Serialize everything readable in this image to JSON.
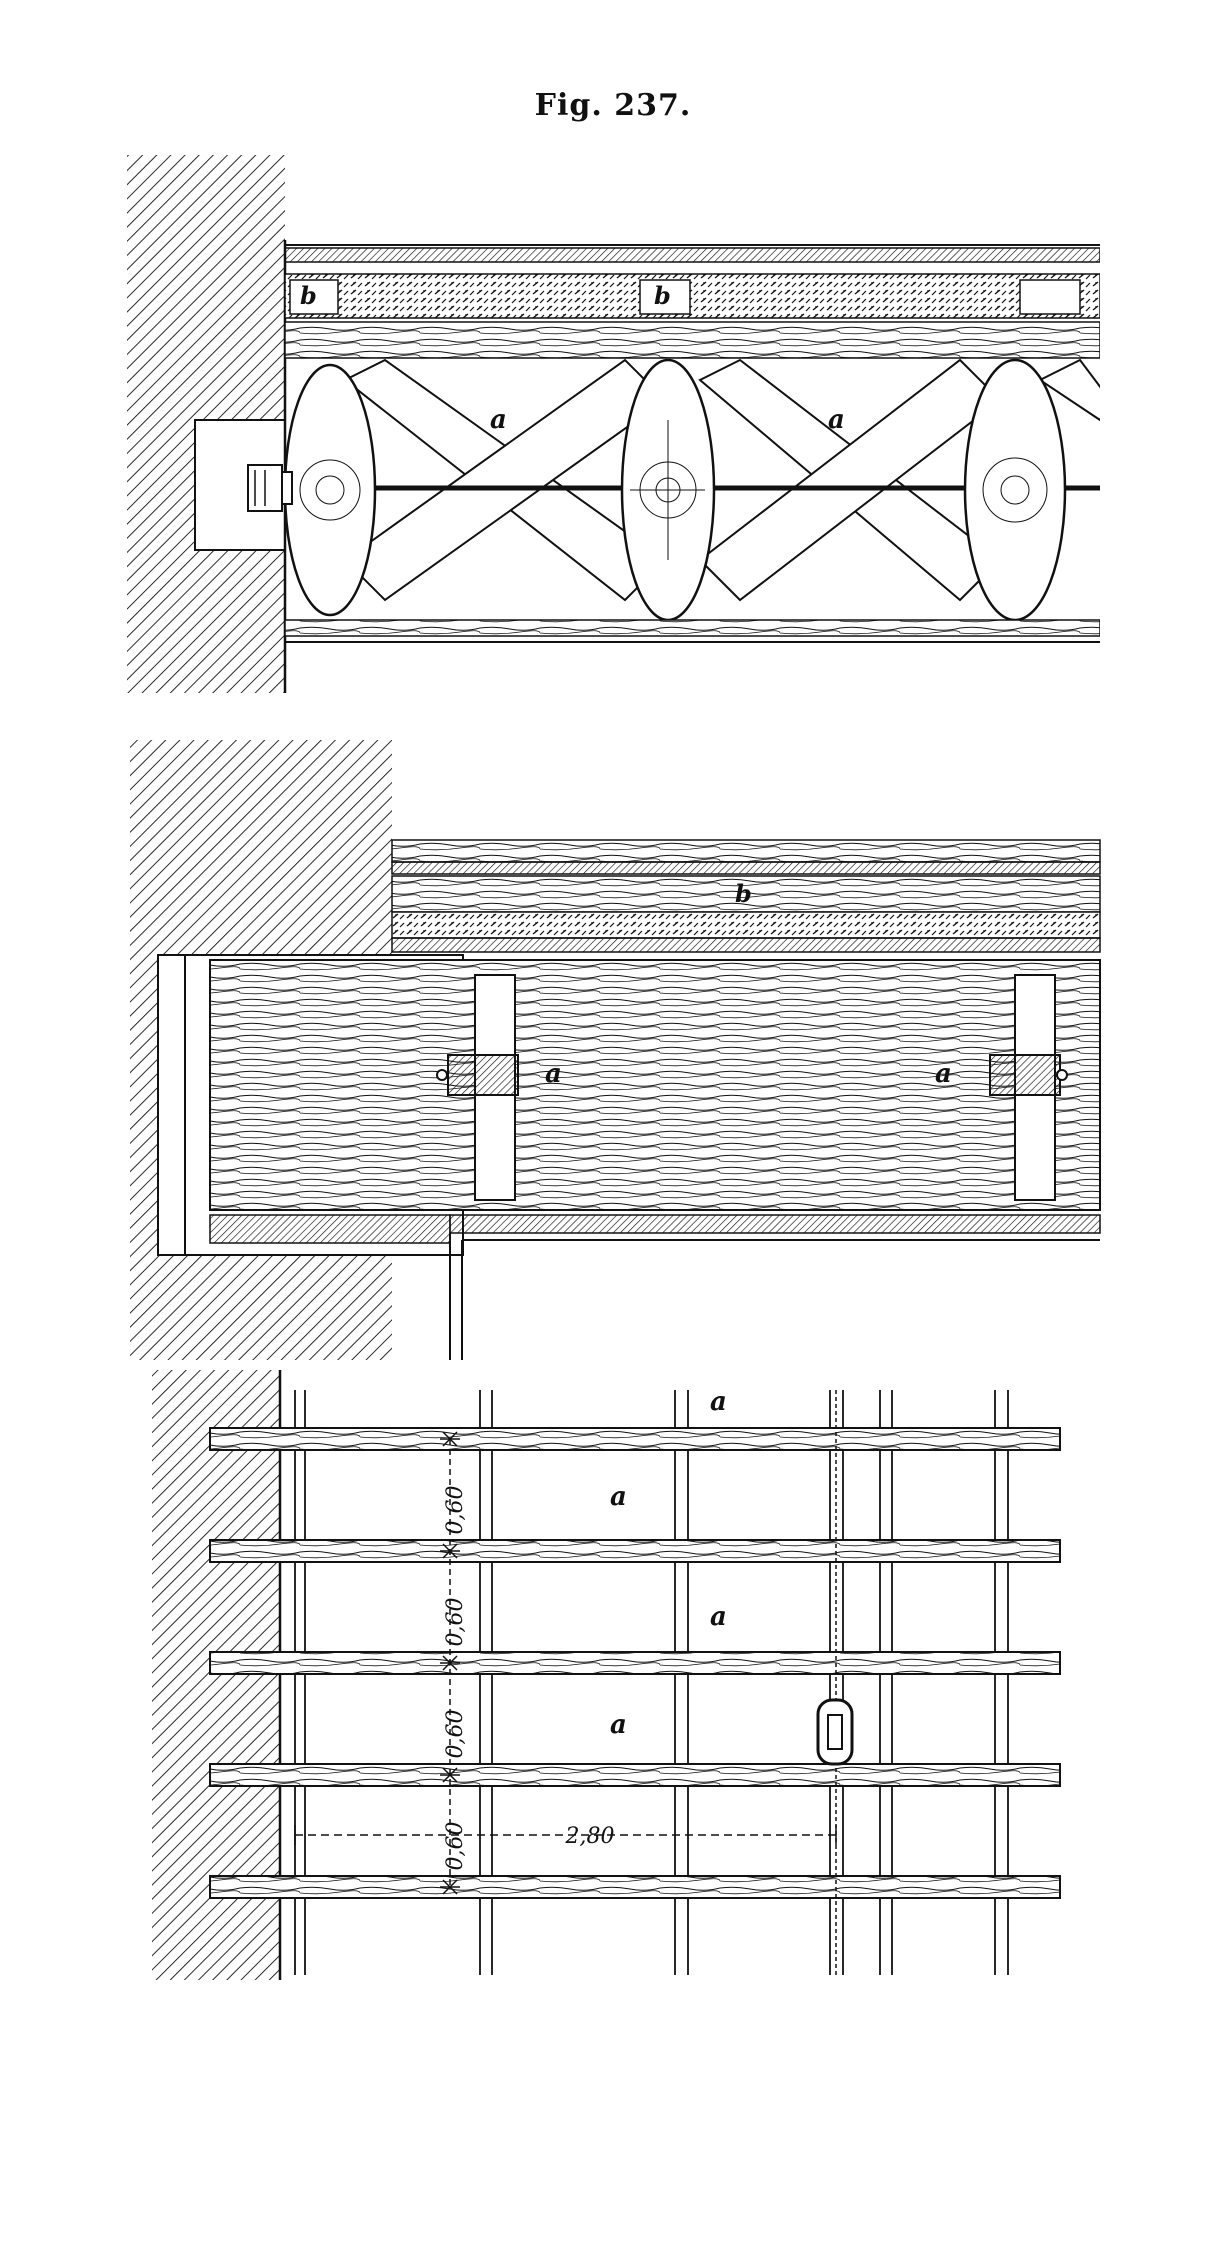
{
  "figure": {
    "title": "Fig. 237."
  },
  "labels": {
    "top": {
      "a1": "a",
      "a2": "a",
      "b1": "b",
      "b2": "b"
    },
    "middle": {
      "a1": "a",
      "a2": "a",
      "b1": "b"
    },
    "bottom": {
      "a1": "a",
      "a2": "a",
      "a3": "a",
      "a4": "a"
    }
  },
  "dimensions": {
    "spacing_1": "0,60",
    "spacing_2": "0,60",
    "spacing_3": "0,60",
    "spacing_4": "0,60",
    "span": "2,80"
  },
  "colors": {
    "ink": "#111111",
    "paper": "#ffffff"
  }
}
